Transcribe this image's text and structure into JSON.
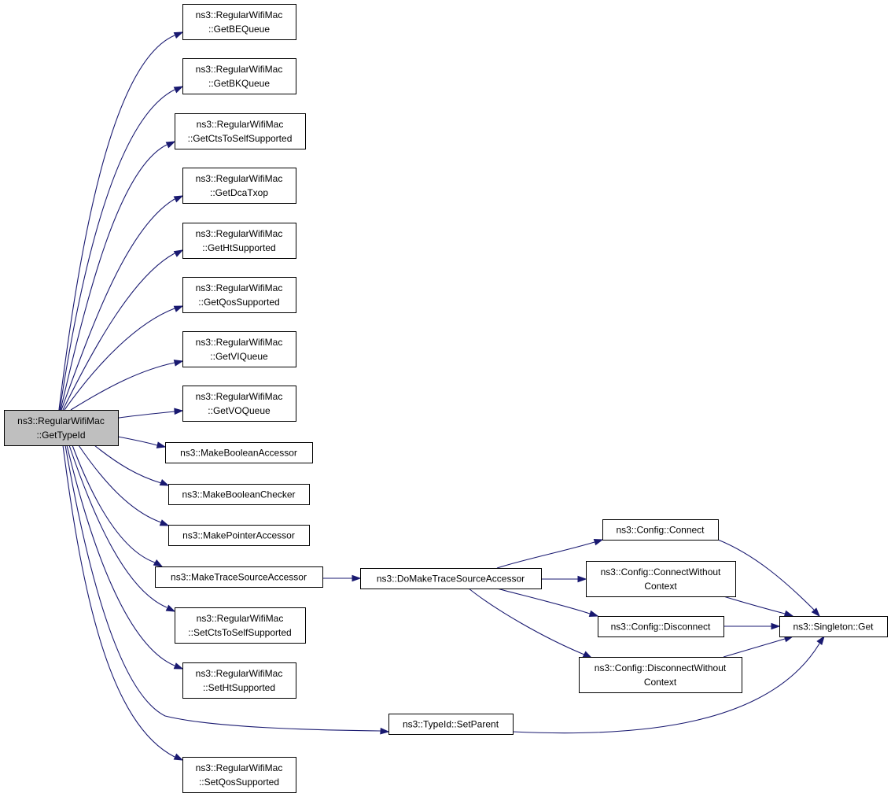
{
  "graph": {
    "nodes": [
      {
        "id": "root",
        "lines": [
          "ns3::RegularWifiMac",
          "::GetTypeId"
        ],
        "root": true
      },
      {
        "id": "n_be",
        "lines": [
          "ns3::RegularWifiMac",
          "::GetBEQueue"
        ]
      },
      {
        "id": "n_bk",
        "lines": [
          "ns3::RegularWifiMac",
          "::GetBKQueue"
        ]
      },
      {
        "id": "n_cts_get",
        "lines": [
          "ns3::RegularWifiMac",
          "::GetCtsToSelfSupported"
        ]
      },
      {
        "id": "n_dca",
        "lines": [
          "ns3::RegularWifiMac",
          "::GetDcaTxop"
        ]
      },
      {
        "id": "n_ht_get",
        "lines": [
          "ns3::RegularWifiMac",
          "::GetHtSupported"
        ]
      },
      {
        "id": "n_qos_get",
        "lines": [
          "ns3::RegularWifiMac",
          "::GetQosSupported"
        ]
      },
      {
        "id": "n_vi",
        "lines": [
          "ns3::RegularWifiMac",
          "::GetVIQueue"
        ]
      },
      {
        "id": "n_vo",
        "lines": [
          "ns3::RegularWifiMac",
          "::GetVOQueue"
        ]
      },
      {
        "id": "n_mba",
        "lines": [
          "ns3::MakeBooleanAccessor"
        ]
      },
      {
        "id": "n_mbc",
        "lines": [
          "ns3::MakeBooleanChecker"
        ]
      },
      {
        "id": "n_mpa",
        "lines": [
          "ns3::MakePointerAccessor"
        ]
      },
      {
        "id": "n_mtsa",
        "lines": [
          "ns3::MakeTraceSourceAccessor"
        ]
      },
      {
        "id": "n_cts_set",
        "lines": [
          "ns3::RegularWifiMac",
          "::SetCtsToSelfSupported"
        ]
      },
      {
        "id": "n_ht_set",
        "lines": [
          "ns3::RegularWifiMac",
          "::SetHtSupported"
        ]
      },
      {
        "id": "n_setparent",
        "lines": [
          "ns3::TypeId::SetParent"
        ]
      },
      {
        "id": "n_qos_set",
        "lines": [
          "ns3::RegularWifiMac",
          "::SetQosSupported"
        ]
      },
      {
        "id": "n_domake",
        "lines": [
          "ns3::DoMakeTraceSourceAccessor"
        ]
      },
      {
        "id": "n_connect",
        "lines": [
          "ns3::Config::Connect"
        ]
      },
      {
        "id": "n_connect_wc",
        "lines": [
          "ns3::Config::ConnectWithout",
          "Context"
        ]
      },
      {
        "id": "n_disconnect",
        "lines": [
          "ns3::Config::Disconnect"
        ]
      },
      {
        "id": "n_disconnect_wc",
        "lines": [
          "ns3::Config::DisconnectWithout",
          "Context"
        ]
      },
      {
        "id": "n_singleton",
        "lines": [
          "ns3::Singleton::Get"
        ]
      }
    ],
    "edges": [
      [
        "root",
        "n_be"
      ],
      [
        "root",
        "n_bk"
      ],
      [
        "root",
        "n_cts_get"
      ],
      [
        "root",
        "n_dca"
      ],
      [
        "root",
        "n_ht_get"
      ],
      [
        "root",
        "n_qos_get"
      ],
      [
        "root",
        "n_vi"
      ],
      [
        "root",
        "n_vo"
      ],
      [
        "root",
        "n_mba"
      ],
      [
        "root",
        "n_mbc"
      ],
      [
        "root",
        "n_mpa"
      ],
      [
        "root",
        "n_mtsa"
      ],
      [
        "root",
        "n_cts_set"
      ],
      [
        "root",
        "n_ht_set"
      ],
      [
        "root",
        "n_setparent"
      ],
      [
        "root",
        "n_qos_set"
      ],
      [
        "n_mtsa",
        "n_domake"
      ],
      [
        "n_domake",
        "n_connect"
      ],
      [
        "n_domake",
        "n_connect_wc"
      ],
      [
        "n_domake",
        "n_disconnect"
      ],
      [
        "n_domake",
        "n_disconnect_wc"
      ],
      [
        "n_connect",
        "n_singleton"
      ],
      [
        "n_connect_wc",
        "n_singleton"
      ],
      [
        "n_disconnect",
        "n_singleton"
      ],
      [
        "n_disconnect_wc",
        "n_singleton"
      ],
      [
        "n_setparent",
        "n_singleton"
      ]
    ],
    "colors": {
      "edge": "#191970",
      "root_fill": "#bfbfbf",
      "node_fill": "#ffffff",
      "border": "#000000"
    }
  }
}
